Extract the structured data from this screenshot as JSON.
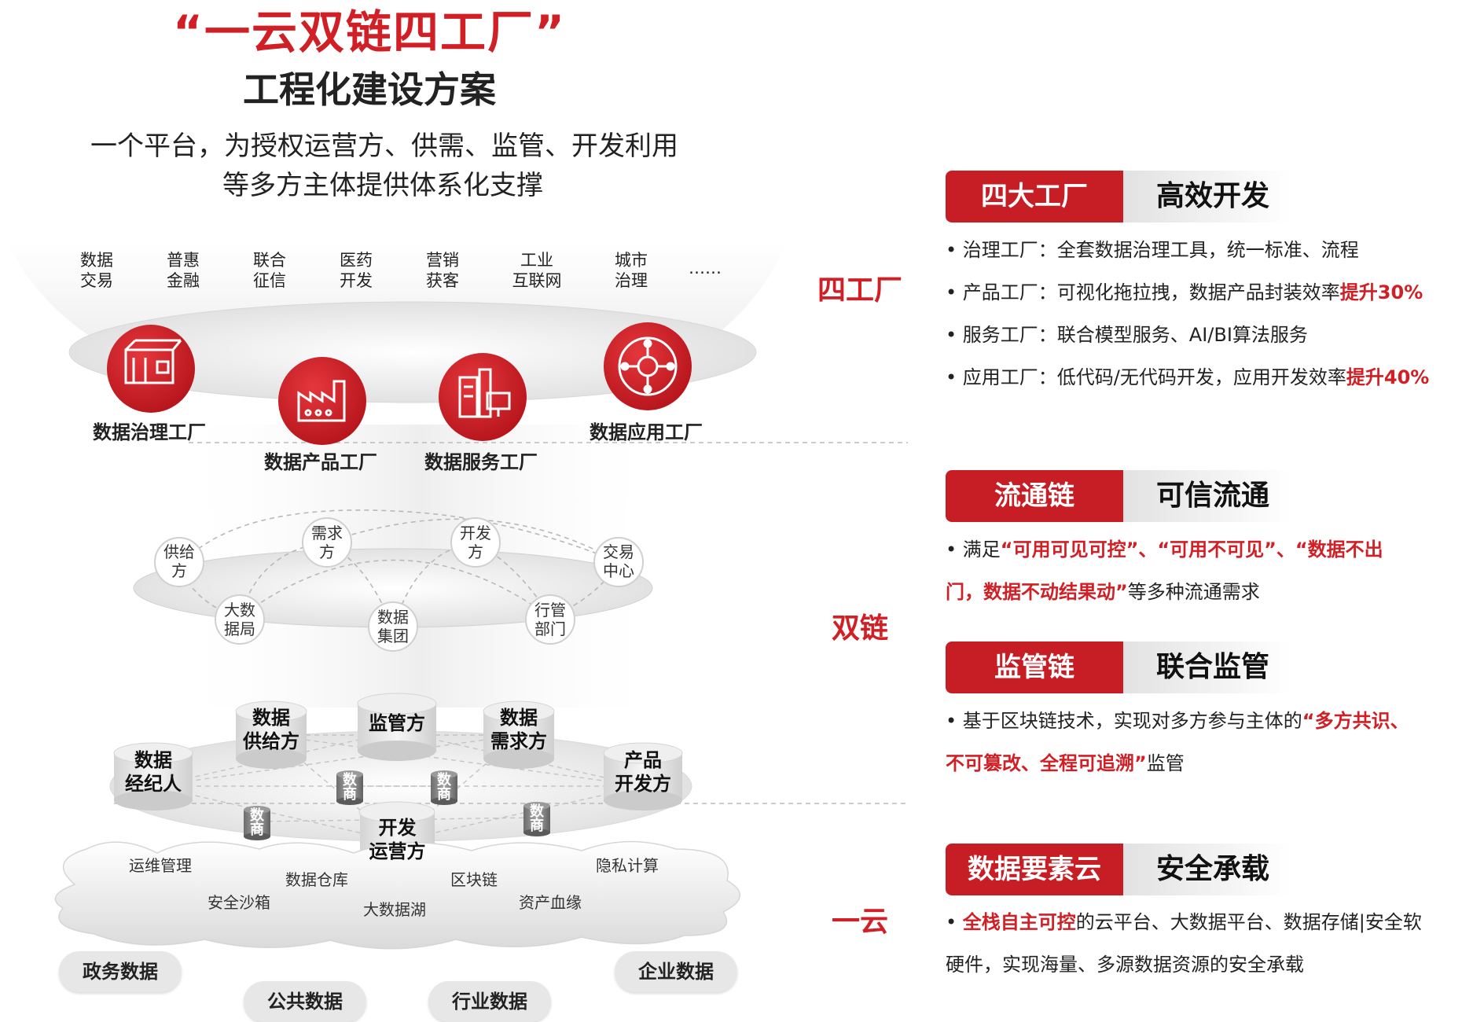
{
  "title": {
    "main": "“一云双链四工厂”",
    "sub": "工程化建设方案",
    "intro_line1": "一个平台，为授权运营方、供需、监管、开发利用",
    "intro_line2": "等多方主体提供体系化支撑"
  },
  "industries": [
    {
      "l1": "数据",
      "l2": "交易"
    },
    {
      "l1": "普惠",
      "l2": "金融"
    },
    {
      "l1": "联合",
      "l2": "征信"
    },
    {
      "l1": "医药",
      "l2": "开发"
    },
    {
      "l1": "营销",
      "l2": "获客"
    },
    {
      "l1": "工业",
      "l2": "互联网"
    },
    {
      "l1": "城市",
      "l2": "治理"
    },
    {
      "l1": "……",
      "l2": ""
    }
  ],
  "factories": {
    "governance": "数据治理工厂",
    "product": "数据产品工厂",
    "service": "数据服务工厂",
    "application": "数据应用工厂"
  },
  "chain_nodes": {
    "supplier": {
      "l1": "供给",
      "l2": "方"
    },
    "demander": {
      "l1": "需求",
      "l2": "方"
    },
    "developer": {
      "l1": "开发",
      "l2": "方"
    },
    "exchange": {
      "l1": "交易",
      "l2": "中心"
    },
    "bigdata_bureau": {
      "l1": "大数",
      "l2": "据局"
    },
    "data_group": {
      "l1": "数据",
      "l2": "集团"
    },
    "industry_dept": {
      "l1": "行管",
      "l2": "部门"
    }
  },
  "cylinders": {
    "supply": {
      "l1": "数据",
      "l2": "供给方"
    },
    "regulator": {
      "l1": "监管方",
      "l2": ""
    },
    "demand": {
      "l1": "数据",
      "l2": "需求方"
    },
    "broker": {
      "l1": "数据",
      "l2": "经纪人"
    },
    "product_dev": {
      "l1": "产品",
      "l2": "开发方"
    },
    "operator": {
      "l1": "开发",
      "l2": "运营方"
    },
    "small_label": {
      "l1": "数",
      "l2": "商"
    }
  },
  "cloud_items": {
    "ops": "运维管理",
    "warehouse": "数据仓库",
    "blockchain": "区块链",
    "privacy": "隐私计算",
    "sandbox": "安全沙箱",
    "datalake": "大数据湖",
    "lineage": "资产血缘"
  },
  "data_sources": {
    "gov": "政务数据",
    "public": "公共数据",
    "industry": "行业数据",
    "enterprise": "企业数据"
  },
  "section_tags": {
    "four_factories": "四工厂",
    "two_chains": "双链",
    "one_cloud": "一云"
  },
  "panel1": {
    "tag": "四大工厂",
    "title": "高效开发",
    "items": [
      {
        "text": "• 治理工厂：全套数据治理工具，统一标准、流程",
        "hl": ""
      },
      {
        "text": "• 产品工厂：可视化拖拉拽，数据产品封装效率",
        "hl": "提升30%"
      },
      {
        "text": "• 服务工厂：联合模型服务、AI/BI算法服务",
        "hl": ""
      },
      {
        "text": "• 应用工厂：低代码/无代码开发，应用开发效率",
        "hl": "提升40%"
      }
    ]
  },
  "panel2": {
    "tag": "流通链",
    "title": "可信流通",
    "p1": "• 满足",
    "hl1": "“可用可见可控”、“可用不可见”、“数据不出",
    "hl2": "门，数据不动结果动”",
    "p2": "等多种流通需求"
  },
  "panel3": {
    "tag": "监管链",
    "title": "联合监管",
    "p1": "• 基于区块链技术，实现对多方参与主体的",
    "hl1": "“多方共识、",
    "hl2": "不可篡改、全程可追溯”",
    "p2": "监管"
  },
  "panel4": {
    "tag": "数据要素云",
    "title": "安全承载",
    "p0": "• ",
    "hl1": "全栈自主可控",
    "p1": "的云平台、大数据平台、数据存储|安全软",
    "p2": "硬件，实现海量、多源数据资源的安全承载"
  },
  "colors": {
    "accent": "#d11f26",
    "accent_dark": "#c71d25",
    "grey": "#e7e7e7"
  }
}
